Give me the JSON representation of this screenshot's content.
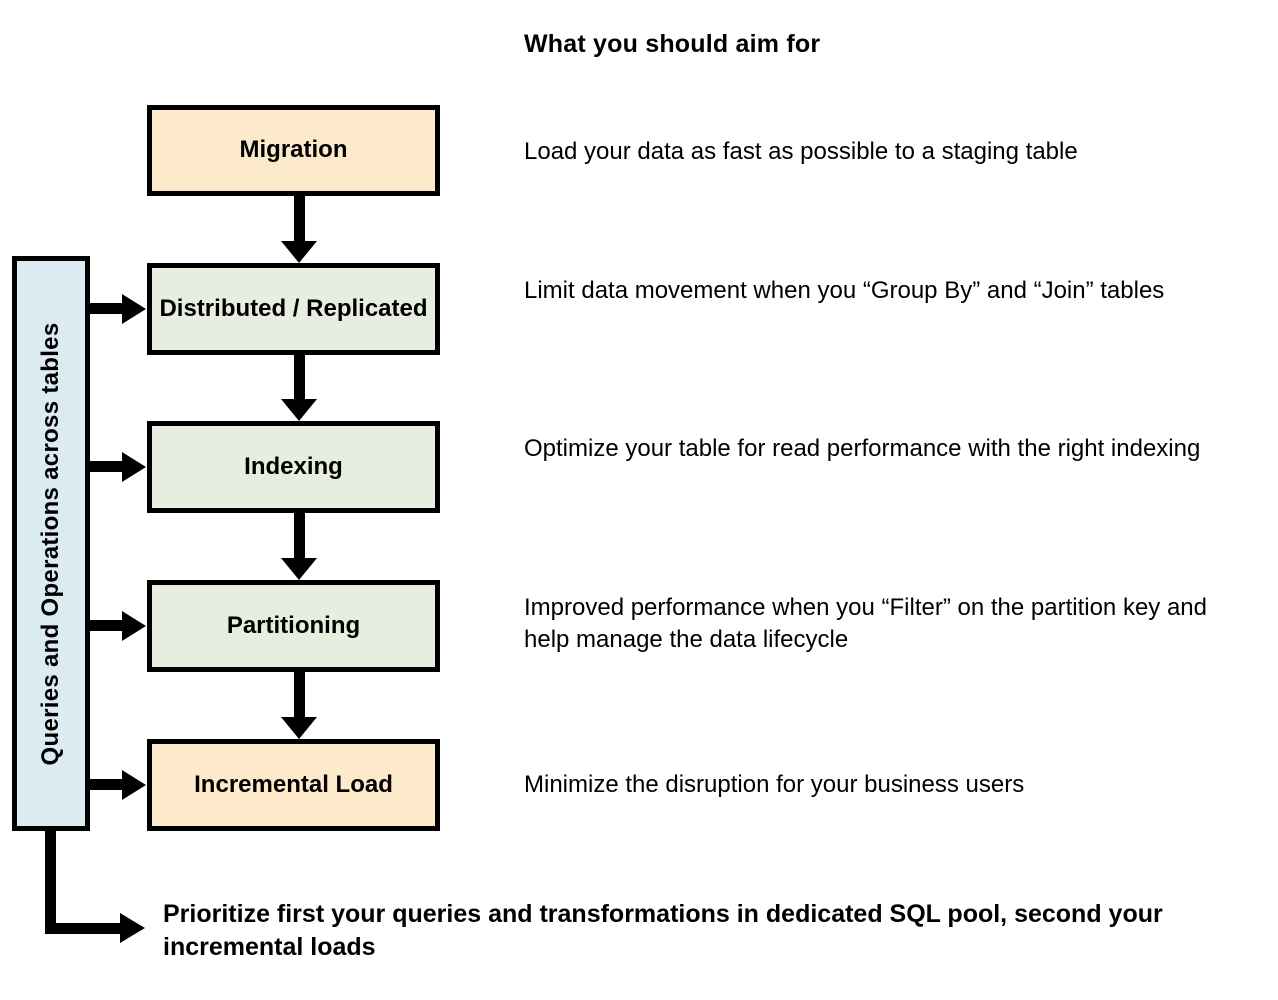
{
  "title": "What you should aim for",
  "sidebar": {
    "label": "Queries and Operations across tables"
  },
  "stages": [
    {
      "name": "migration",
      "label": "Migration",
      "description": "Load your data as fast as possible to a staging table",
      "fill": "#fceaca"
    },
    {
      "name": "distributed-replicated",
      "label": "Distributed / Replicated",
      "description": "Limit data movement when you “Group By” and “Join” tables",
      "fill": "#e8eedf"
    },
    {
      "name": "indexing",
      "label": "Indexing",
      "description": "Optimize your table for read performance with the right indexing",
      "fill": "#e8eedf"
    },
    {
      "name": "partitioning",
      "label": "Partitioning",
      "description": "Improved performance when you “Filter” on the partition key and help manage the data lifecycle",
      "fill": "#e8eedf"
    },
    {
      "name": "incremental-load",
      "label": "Incremental Load",
      "description": "Minimize the disruption for your business users",
      "fill": "#fceaca"
    }
  ],
  "bottom_note": "Prioritize first your queries and transformations in dedicated SQL pool, second your incremental loads",
  "colors": {
    "cream": "#fceaca",
    "pale_green": "#e8eedf",
    "light_blue": "#dcebf1",
    "outline": "#000000",
    "background": "#ffffff"
  }
}
